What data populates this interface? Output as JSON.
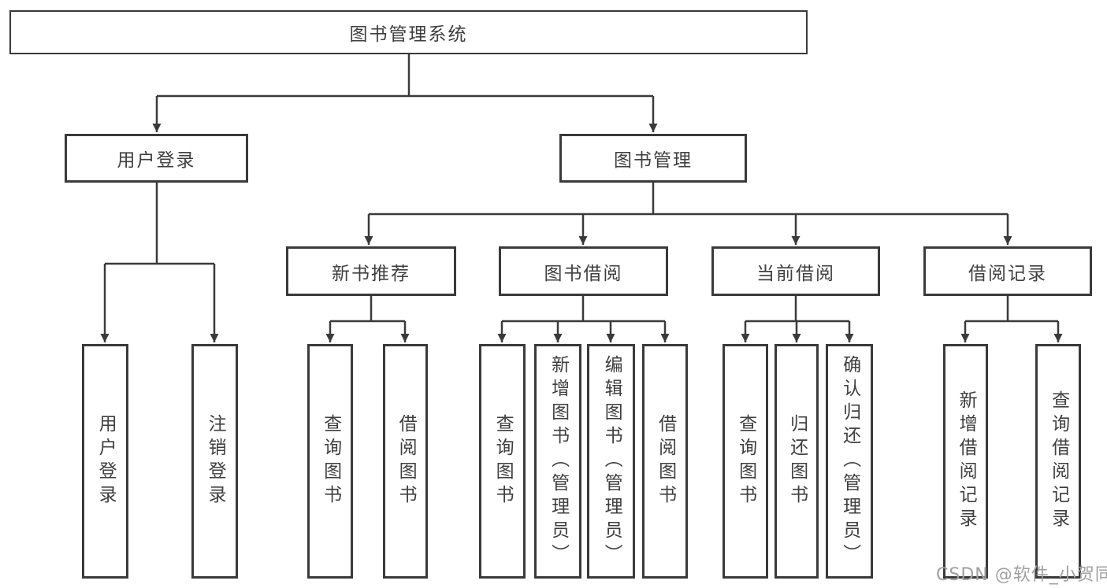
{
  "diagram": {
    "title": "图书管理系统",
    "nodes": {
      "root": {
        "label": "图书管理系统"
      },
      "user_login": {
        "label": "用户登录"
      },
      "book_mgmt": {
        "label": "图书管理"
      },
      "new_books": {
        "label": "新书推荐"
      },
      "book_borrow": {
        "label": "图书借阅"
      },
      "current_borrow": {
        "label": "当前借阅"
      },
      "borrow_records": {
        "label": "借阅记录"
      },
      "leaves": {
        "login": "用户登录",
        "logout": "注销登录",
        "nb_query": "查询图书",
        "nb_borrow": "借阅图书",
        "bb_query": "查询图书",
        "bb_add": "新增图书（管理员）",
        "bb_edit": "编辑图书（管理员）",
        "bb_borrow": "借阅图书",
        "cb_query": "查询图书",
        "cb_return": "归还图书",
        "cb_confirm": "确认归还（管理员）",
        "br_add": "新增借阅记录",
        "br_query": "查询借阅记录"
      }
    },
    "edges": [
      [
        "图书管理系统",
        "用户登录"
      ],
      [
        "图书管理系统",
        "图书管理"
      ],
      [
        "用户登录",
        "用户登录"
      ],
      [
        "用户登录",
        "注销登录"
      ],
      [
        "图书管理",
        "新书推荐"
      ],
      [
        "图书管理",
        "图书借阅"
      ],
      [
        "图书管理",
        "当前借阅"
      ],
      [
        "图书管理",
        "借阅记录"
      ],
      [
        "新书推荐",
        "查询图书"
      ],
      [
        "新书推荐",
        "借阅图书"
      ],
      [
        "图书借阅",
        "查询图书"
      ],
      [
        "图书借阅",
        "新增图书（管理员）"
      ],
      [
        "图书借阅",
        "编辑图书（管理员）"
      ],
      [
        "图书借阅",
        "借阅图书"
      ],
      [
        "当前借阅",
        "查询图书"
      ],
      [
        "当前借阅",
        "归还图书"
      ],
      [
        "当前借阅",
        "确认归还（管理员）"
      ],
      [
        "借阅记录",
        "新增借阅记录"
      ],
      [
        "借阅记录",
        "查询借阅记录"
      ]
    ]
  },
  "watermark": {
    "text": "CSDN @软件_小贺同学"
  },
  "colors": {
    "line": "#3a3a3a",
    "text": "#3f3f3f",
    "watermark": "#a0a0a0",
    "background": "#ffffff"
  }
}
